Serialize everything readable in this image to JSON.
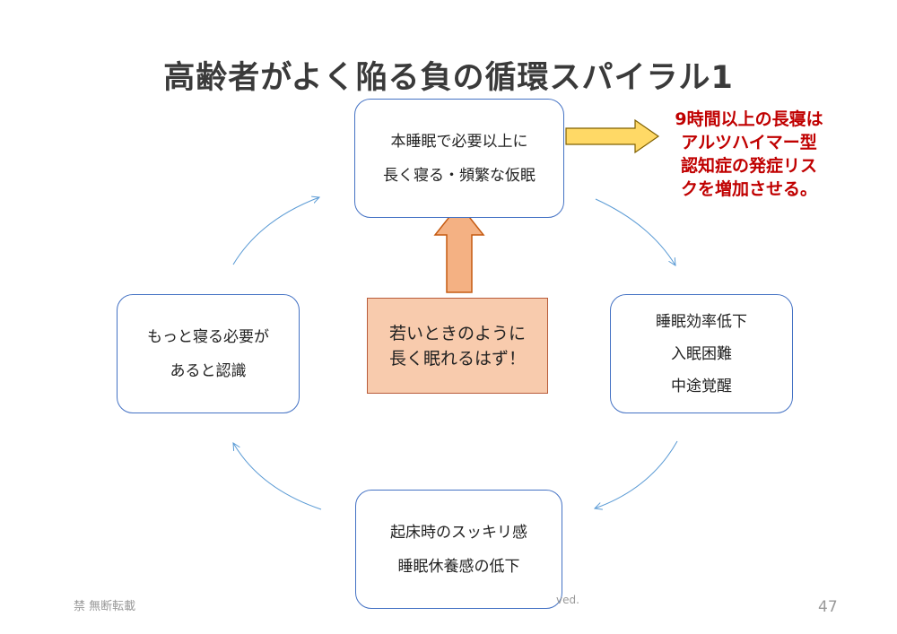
{
  "title": "高齢者がよく陥る負の循環スパイラル1",
  "boxes": {
    "top": [
      "本睡眠で必要以上に",
      "長く寝る・頻繁な仮眠"
    ],
    "right": [
      "睡眠効率低下",
      "入眠困難",
      "中途覚醒"
    ],
    "bottom": [
      "起床時のスッキリ感",
      "睡眠休養感の低下"
    ],
    "left": [
      "もっと寝る必要が",
      "あると認識"
    ]
  },
  "center": [
    "若いときのように",
    "長く眠れるはず！"
  ],
  "callout": [
    "9時間以上の長寝は",
    "アルツハイマー型",
    "認知症の発症リス",
    "クを増加させる。"
  ],
  "footer": {
    "left": "禁 無断転載",
    "middle": "ved.",
    "page": "47"
  },
  "colors": {
    "box_border": "#4472c4",
    "center_fill": "#f8cbad",
    "up_arrow": "#f4b183",
    "right_arrow": "#ffd966",
    "callout_text": "#c00000",
    "cycle_arrow": "#5b9bd5"
  }
}
